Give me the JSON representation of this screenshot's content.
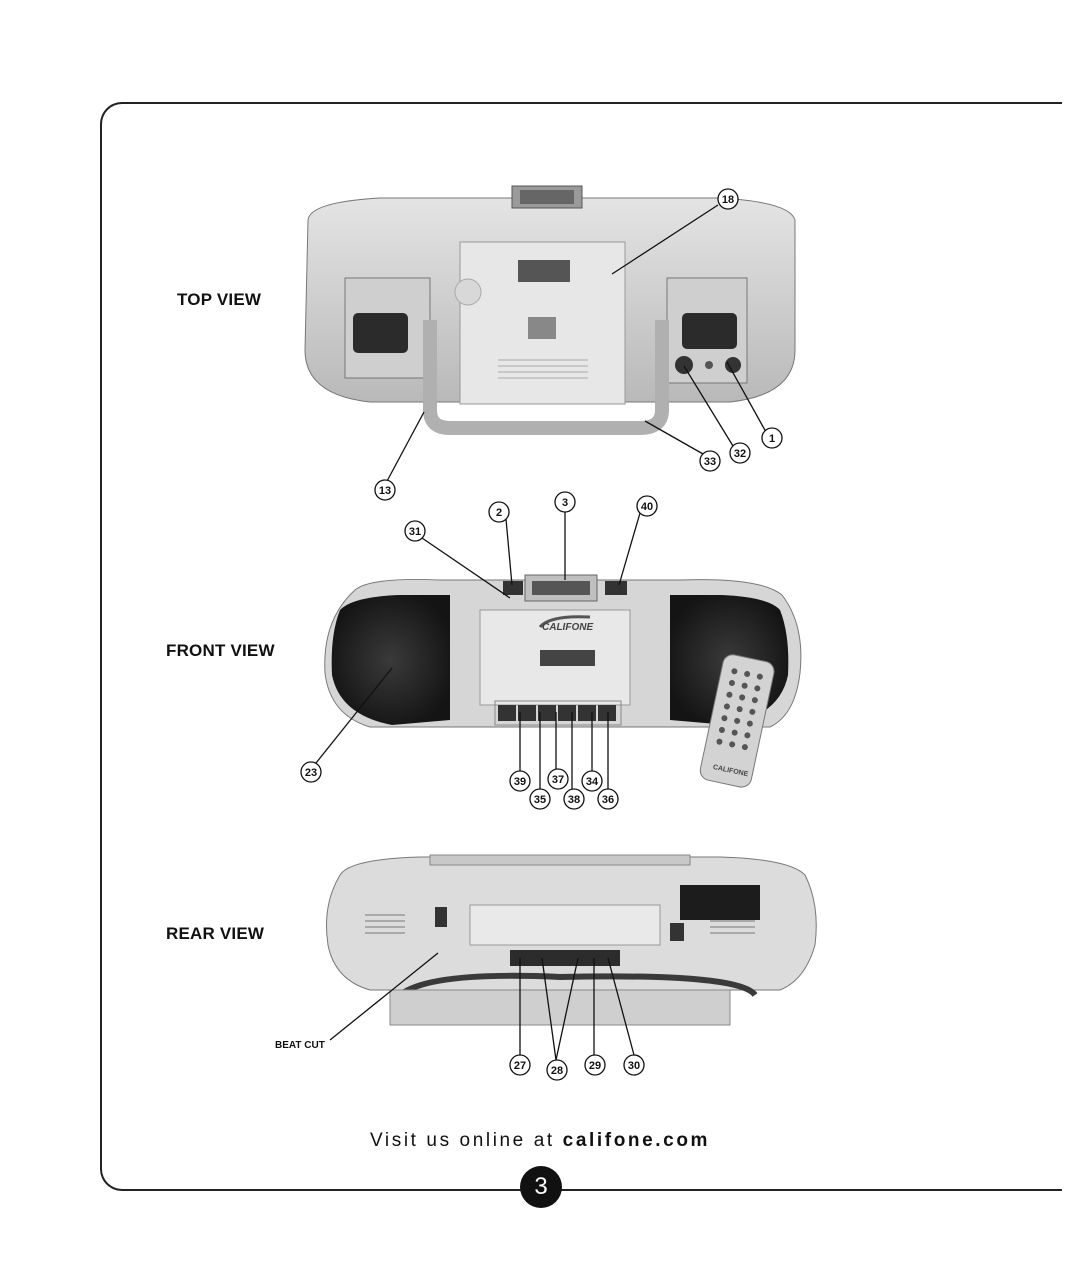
{
  "views": {
    "top": "TOP VIEW",
    "front": "FRONT VIEW",
    "rear": "REAR VIEW"
  },
  "beat_cut": "BEAT CUT",
  "front_panel": {
    "brand": "CALIFONE",
    "remote_brand": "CALIFONE"
  },
  "callouts": {
    "c18": "18",
    "c13": "13",
    "c33": "33",
    "c32": "32",
    "c1": "1",
    "c31": "31",
    "c2": "2",
    "c3": "3",
    "c40": "40",
    "c23": "23",
    "c39": "39",
    "c37": "37",
    "c34": "34",
    "c35": "35",
    "c38": "38",
    "c36": "36",
    "c27": "27",
    "c28": "28",
    "c29": "29",
    "c30": "30"
  },
  "footer": {
    "prefix": "Visit us online at ",
    "site": "califone.com"
  },
  "page_number": "3"
}
